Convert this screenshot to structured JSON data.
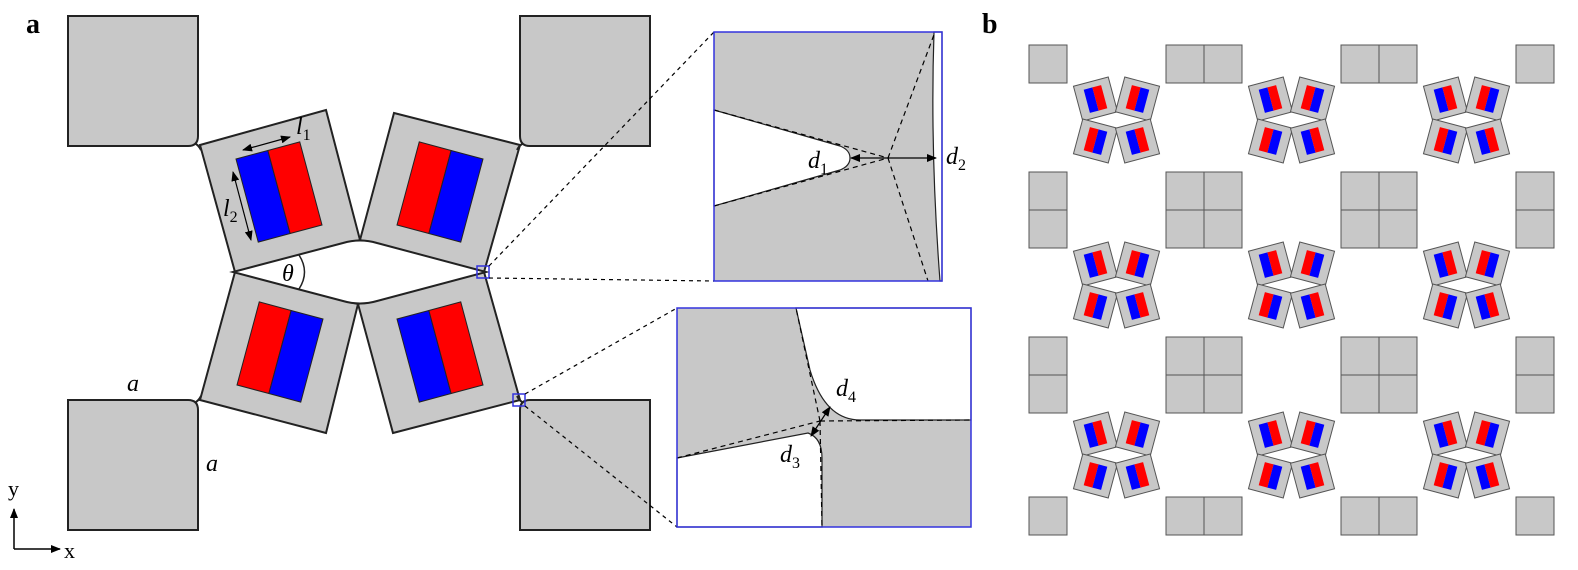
{
  "panels": {
    "a": "a",
    "b": "b"
  },
  "labels": {
    "l1": "l",
    "l1_sub": "1",
    "l2": "l",
    "l2_sub": "2",
    "theta": "θ",
    "a_top": "a",
    "a_side": "a",
    "d1": "d",
    "d1_sub": "1",
    "d2": "d",
    "d2_sub": "2",
    "d3": "d",
    "d3_sub": "3",
    "d4": "d",
    "d4_sub": "4",
    "axis_y": "y",
    "axis_x": "x"
  },
  "colors": {
    "block_fill": "#c8c8c8",
    "outline": "#222222",
    "magnet_red": "#ff0000",
    "magnet_blue": "#0000ff",
    "inset_border": "#3333dd"
  },
  "icons": [
    "double-arrow-icon",
    "axis-arrow-icon"
  ]
}
